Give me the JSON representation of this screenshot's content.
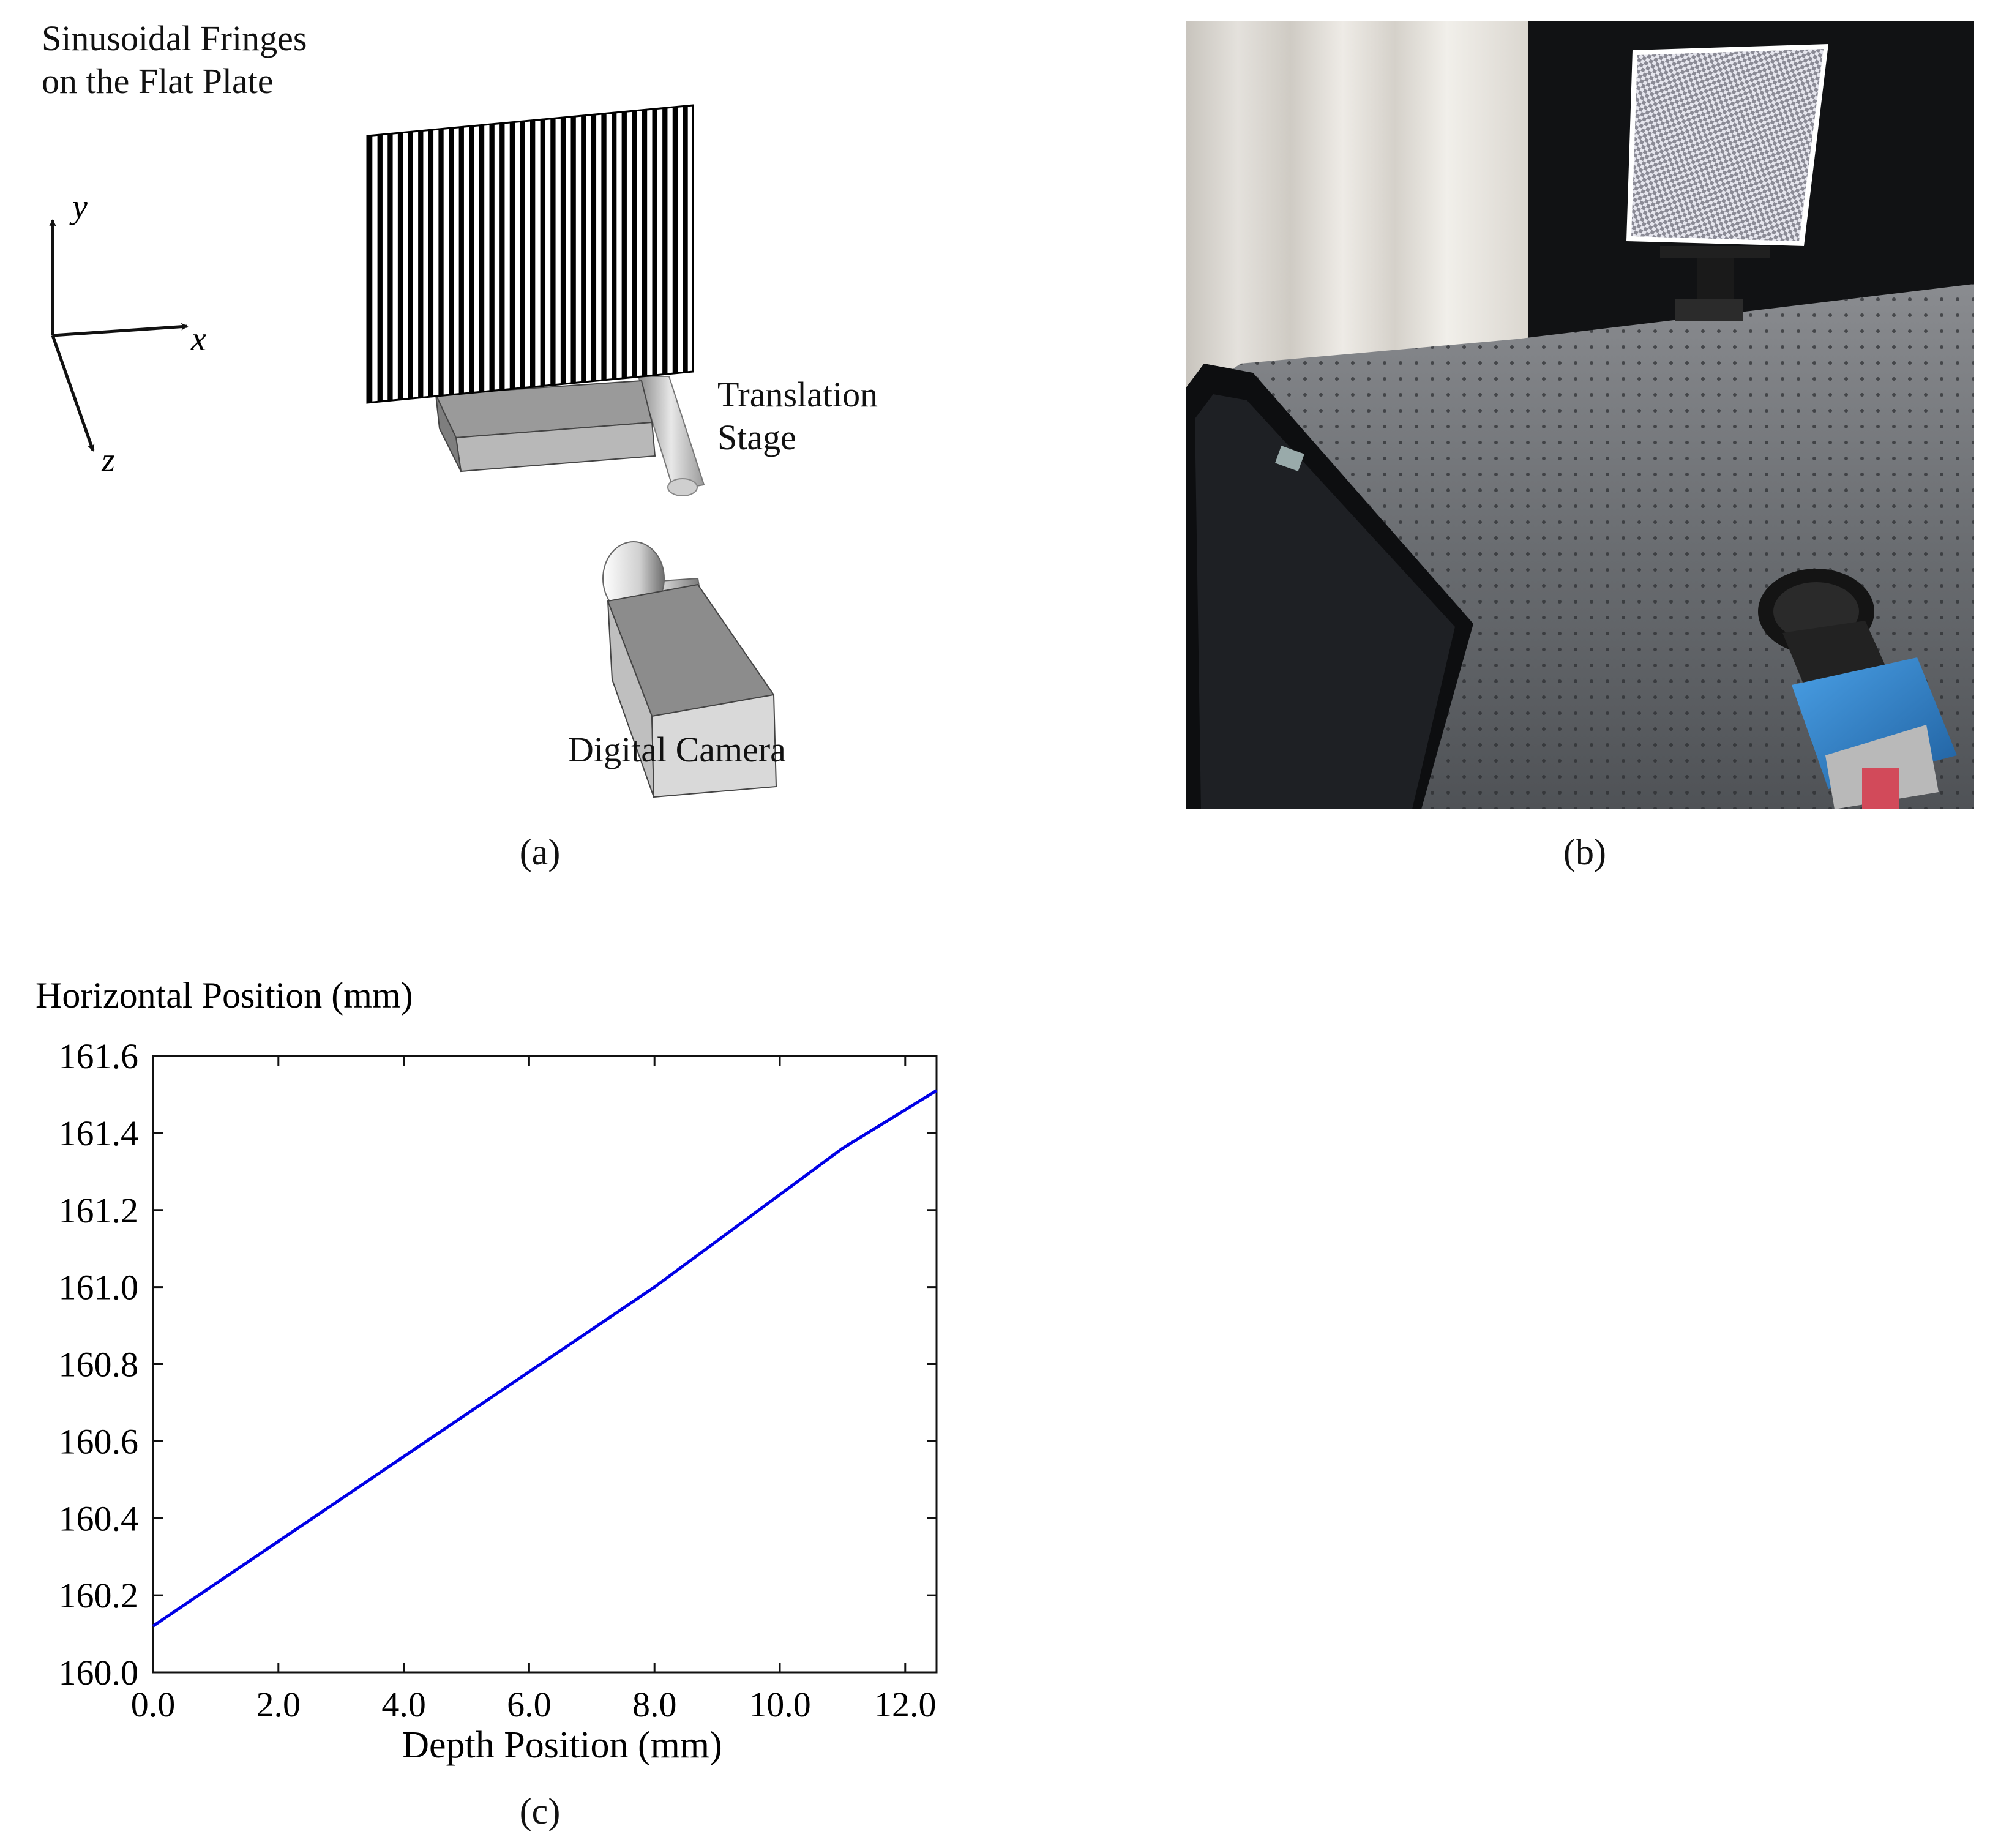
{
  "panel_a": {
    "fringe_label_line1": "Sinusoidal Fringes",
    "fringe_label_line2": "on the Flat Plate",
    "axis_y": "y",
    "axis_x": "x",
    "axis_z": "z",
    "stage_label_line1": "Translation",
    "stage_label_line2": "Stage",
    "camera_label": "Digital Camera",
    "caption": "(a)"
  },
  "panel_b": {
    "caption": "(b)"
  },
  "panel_c": {
    "caption": "(c)"
  },
  "colors": {
    "line": "#0000e6",
    "camera_blue": "#2f7fc8",
    "table_grey": "#5f6266"
  },
  "chart_data": {
    "type": "line",
    "title": "",
    "ylabel": "Horizontal Position (mm)",
    "xlabel": "Depth Position (mm)",
    "xlim": [
      0,
      12.5
    ],
    "ylim": [
      160.0,
      161.6
    ],
    "xticks": [
      "0.0",
      "2.0",
      "4.0",
      "6.0",
      "8.0",
      "10.0",
      "12.0"
    ],
    "yticks": [
      "160.0",
      "160.2",
      "160.4",
      "160.6",
      "160.8",
      "161.0",
      "161.2",
      "161.4",
      "161.6"
    ],
    "grid": false,
    "series": [
      {
        "x": [
          0.0,
          1.0,
          2.0,
          3.0,
          4.0,
          5.0,
          6.0,
          7.0,
          8.0,
          9.0,
          10.0,
          11.0,
          12.0,
          12.5
        ],
        "y": [
          160.12,
          160.23,
          160.34,
          160.45,
          160.56,
          160.67,
          160.78,
          160.89,
          161.0,
          161.12,
          161.24,
          161.36,
          161.46,
          161.51
        ]
      }
    ]
  }
}
